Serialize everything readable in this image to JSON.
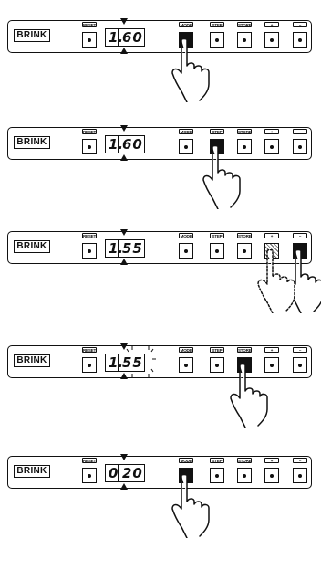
{
  "brand": "BRINK",
  "buttons": {
    "reset": "RESET",
    "mode": "MODE",
    "step": "STEP",
    "store": "STORE",
    "plus": "+",
    "minus": "–"
  },
  "panels": [
    {
      "digit1": "1.",
      "digits2": "60",
      "pressed": "mode"
    },
    {
      "digit1": "1.",
      "digits2": "60",
      "pressed": "step"
    },
    {
      "digit1": "1.",
      "digits2": "55",
      "pressed": "minus",
      "hatched": "plus"
    },
    {
      "digit1": "1.",
      "digits2": "55",
      "pressed": "store",
      "blinking": true
    },
    {
      "digit1": "0",
      "digits2": "20",
      "pressed": "mode"
    }
  ],
  "colors": {
    "ink": "#111111",
    "background": "#ffffff"
  }
}
